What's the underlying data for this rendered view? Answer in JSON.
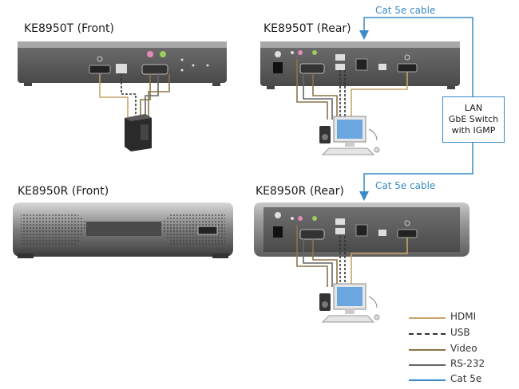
{
  "titles": {
    "tx_front": "KE8950T (Front)",
    "tx_rear": "KE8950T (Rear)",
    "rx_front": "KE8950R (Front)",
    "rx_rear": "KE8950R (Rear)"
  },
  "cables": {
    "top": "Cat 5e cable",
    "bottom": "Cat 5e cable"
  },
  "switch": {
    "line1": "LAN",
    "line2": "GbE Switch",
    "line3": "with IGMP"
  },
  "legend": [
    {
      "label": "HDMI",
      "color": "#c9a46a",
      "style": "solid"
    },
    {
      "label": "USB",
      "color": "#333333",
      "style": "dashed"
    },
    {
      "label": "Video",
      "color": "#8a7448",
      "style": "solid"
    },
    {
      "label": "RS-232",
      "color": "#666666",
      "style": "solid"
    },
    {
      "label": "Cat 5e",
      "color": "#3a8bc7",
      "style": "solid"
    }
  ]
}
